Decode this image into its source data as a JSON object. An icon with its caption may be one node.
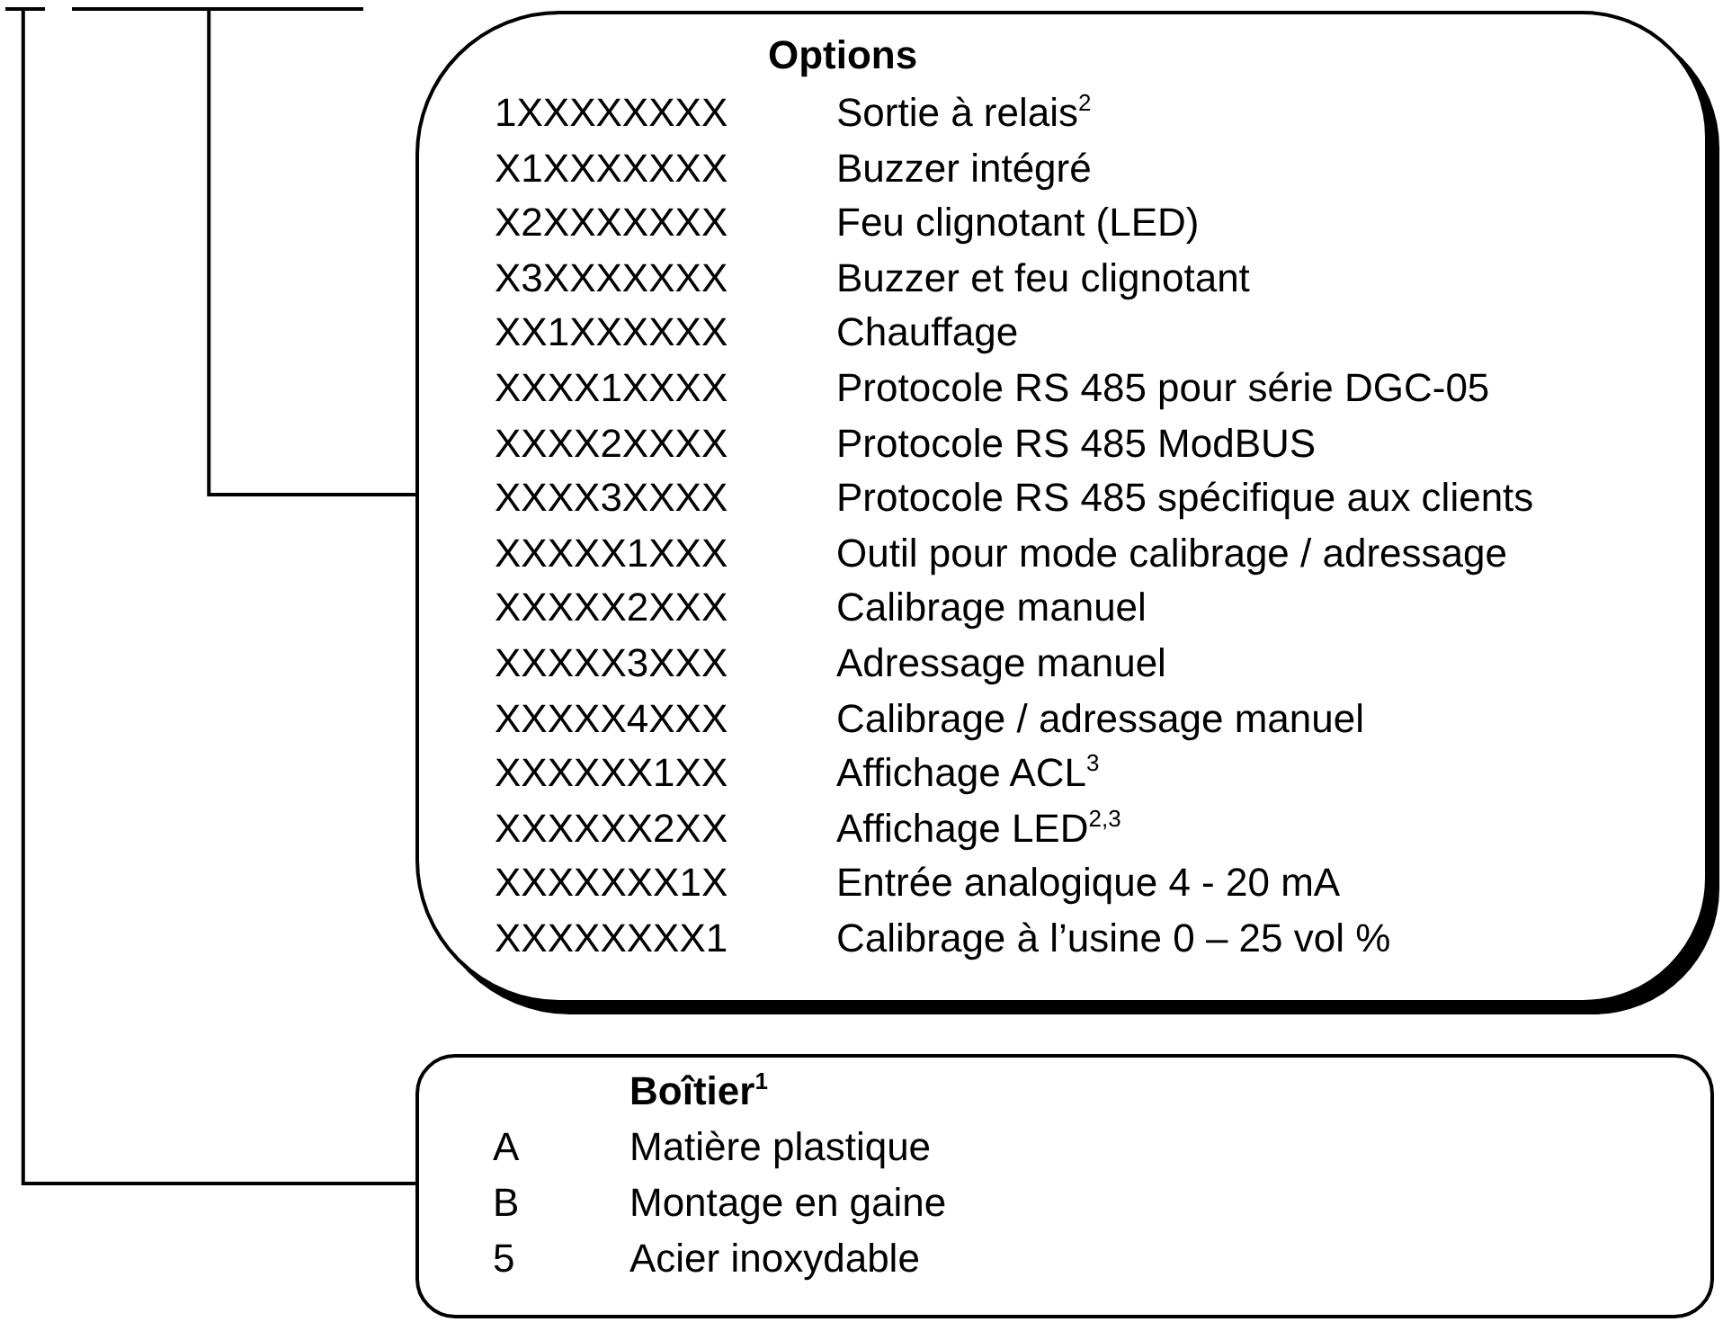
{
  "diagram": {
    "nodes": [
      {
        "text": [],
        "shape": "bar"
      },
      {
        "text": [],
        "shape": "bar"
      },
      {
        "text": [
          "Options",
          "1XXXXXXXX",
          "Sortie à relais$^{2}$",
          "X1XXXXXXX",
          "Buzzer intégré",
          "X2XXXXXXX",
          "Feu clignotant (LED)",
          "X3XXXXXXX",
          "Buzzer et feu clignotant",
          "XX1XXXXXX",
          "Chauffage",
          "XXXX1XXXX",
          "Protocole RS 485 pour série DGC-05",
          "XXXX2XXXX",
          "Protocole RS 485 ModBUS",
          "XXXX3XXXX",
          "Protocole RS 485 spécifique aux clients",
          "XXXXX1XXX",
          "Outil pour mode calibrage / adressage",
          "XXXXX2XXX",
          "Calibrage manuel",
          "XXXXX3XXX",
          "Adressage manuel",
          "XXXXX4XXX",
          "Calibrage / adressage manuel",
          "XXXXXX1XX",
          "Affichage ACL$^{3}$",
          "XXXXXX2XX",
          "Affichage LED$^{2,3}$",
          "XXXXXXX1X",
          "Entrée analogique 4 - 20 mA",
          "XXXXXXXX1",
          "Calibrage à l’usine 0 – 25 vol %"
        ]
      },
      {
        "text": [
          "Boîtier$^{1}$",
          "A",
          "Matière plastique",
          "B",
          "Montage en gaine",
          "5",
          "Acier inoxydable"
        ]
      }
    ],
    "edges": [
      {
        "from": 0,
        "to": 3,
        "arrow": "none"
      },
      {
        "from": 1,
        "to": 2,
        "arrow": "none"
      }
    ]
  }
}
